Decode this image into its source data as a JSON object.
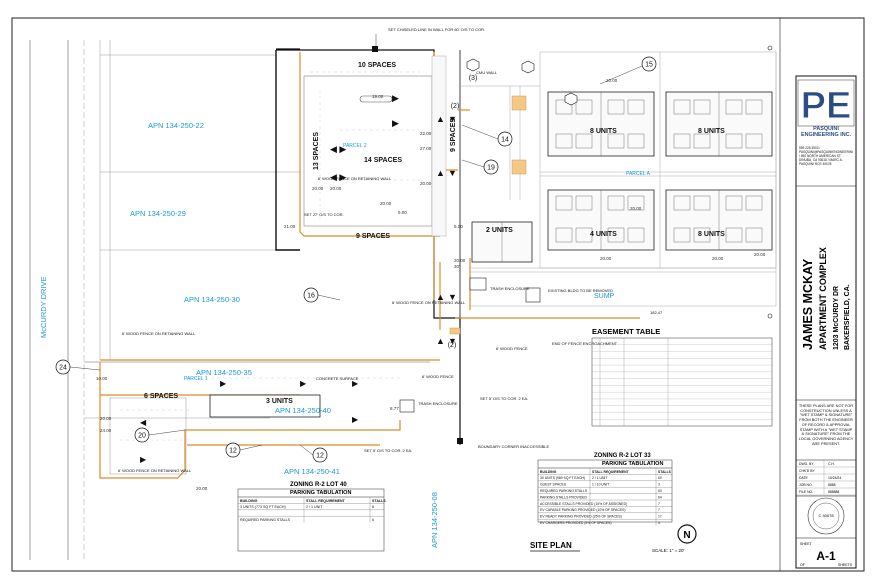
{
  "parcels": {
    "apn_22": "APN 134-250-22",
    "apn_29": "APN 134-250-29",
    "apn_30": "APN 134-250-30",
    "apn_35": "APN 134-250-35",
    "apn_40": "APN 134-250-40",
    "apn_41": "APN 134-250-41",
    "apn_08": "APN 134-250-08",
    "parcel_2": "PARCEL 2",
    "parcel_a": "PARCEL A",
    "parcel_1": "PARCEL 1"
  },
  "street": "McCURDY DRIVE",
  "sump": "SUMP",
  "parking": {
    "p10": "10 SPACES",
    "p14": "14 SPACES",
    "p13": "13 SPACES",
    "p9a": "9 SPACES",
    "p9b": "9 SPACES",
    "p6": "6 SPACES"
  },
  "units": {
    "u8a": "8 UNITS",
    "u8b": "8 UNITS",
    "u4": "4 UNITS",
    "u8c": "8 UNITS",
    "u2": "2 UNITS",
    "u3": "3 UNITS"
  },
  "notes": {
    "chiseled": "SET CHISELED LINE IN WALL FOR 60' O/S TO COR.",
    "wood_fence_1": "6' WOOD FENCE ON RETAINING WALL",
    "wood_fence_2": "6' WOOD FENCE ON RETAINING WALL",
    "wood_fence_3": "6' WOOD FENCE ON RETAINING WALL",
    "wood_fence_4": "6' WOOD FENCE",
    "wood_fence_5": "6' WOOD FENCE",
    "wood_fence_6": "6' WOOD FENCE ON RETAINING WALL",
    "trash_1": "TRASH ENCLOSURE",
    "trash_2": "TRASH ENCLOSURE",
    "existing_bldg": "EXISTING BLDG TO BE REMOVED",
    "end_fence": "END OF FENCE ENCROACHMENT",
    "concrete": "CONCRETE SURFACE",
    "set_5": "SET 5' O/S TO COR. 2 EA.",
    "set_5b": "SET 5' O/S TO COR. 2 EA.",
    "boundary": "BOUNDARY CORNER INACCESSIBLE",
    "set_27": "SET 27' O/S TO COR.",
    "cmu": "CMU WALL",
    "dim_182": "182.47"
  },
  "callouts": [
    "15",
    "14",
    "19",
    "16",
    "24",
    "20",
    "12",
    "12",
    "(2)",
    "(3)",
    "(2)"
  ],
  "easement": {
    "title": "EASEMENT TABLE",
    "rows": 13
  },
  "lot33": {
    "zoning": "ZONING R-2 LOT 33",
    "title": "PARKING TABULATION",
    "headers": [
      "BUILDING",
      "STALL REQUIREMENT",
      "STALLS"
    ],
    "rows": [
      [
        "30 UNITS (980 SQ FT EACH)",
        "2 / 1 UNIT",
        "60"
      ],
      [
        "GUEST SPACES",
        "1 / 10 UNIT",
        "3"
      ],
      [
        "REQUIRED PARKING STALLS",
        "",
        "63"
      ],
      [
        "PARKING STALLS PROVIDED",
        "",
        "64"
      ],
      [
        "ACCESSIBLE STALLS PROVIDED (10% OF ASSIGNED)",
        "",
        "7"
      ],
      [
        "EV CAPABLE PARKING PROVIDED (10% OF SPACES)",
        "",
        "7"
      ],
      [
        "EV READY PARKING PROVIDED (25% OF SPACES)",
        "",
        "17"
      ],
      [
        "EV CHARGERS PROVIDED (5% OF SPACES)",
        "",
        "4"
      ]
    ]
  },
  "lot40": {
    "zoning": "ZONING R-2 LOT 40",
    "title": "PARKING TABULATION",
    "headers": [
      "BUILDING",
      "STALL REQUIREMENT",
      "STALLS"
    ],
    "rows": [
      [
        "3 UNITS (773 SQ FT EACH)",
        "2 / 1 UNIT",
        "6"
      ],
      [
        "",
        "",
        ""
      ],
      [
        "REQUIRED PARKING STALLS",
        "",
        "6"
      ]
    ]
  },
  "site_plan": "SITE PLAN",
  "scale": "SCALE: 1\" = 20'",
  "north": "N",
  "titleblock": {
    "logo": "PE",
    "company": "PASQUINI ENGINEERING INC.",
    "contact": "559.225.3503 / PASQUINI@PASQUINIENGINEERING.COM / 550 NORTH AMERICAN ST. DINUBA, CA 93618 / MARC A. PASQUINI RCE 40078",
    "project1": "JAMES MCKAY",
    "project2": "APARTMENT COMPLEX",
    "address1": "1203 McCURDY DR",
    "address2": "BAKERSFIELD, CA.",
    "disclaimer": "THESE PLANS ARE NOT FOR CONSTRUCTION UNLESS A \"WET STAMP & SIGNATURE\" FROM BOTH THE ENGINEER OF RECORD & APPROVAL STAMP WITH A \"WET STAMP & SIGNATURE\" FROM THE LOCAL GOVERNING AGENCY ARE PRESENT.",
    "info_labels": [
      "DWG. BY",
      "CHK'D BY",
      "DATE",
      "JOB NO.",
      "FILE NO."
    ],
    "info_values": [
      "C.H.",
      "",
      "10/24/24",
      "8888",
      "888888"
    ],
    "sheet_label": "SHEET",
    "sheet": "A-1",
    "of_label": "OF",
    "of_value": "SHEETS",
    "stamp": "C 40078"
  }
}
